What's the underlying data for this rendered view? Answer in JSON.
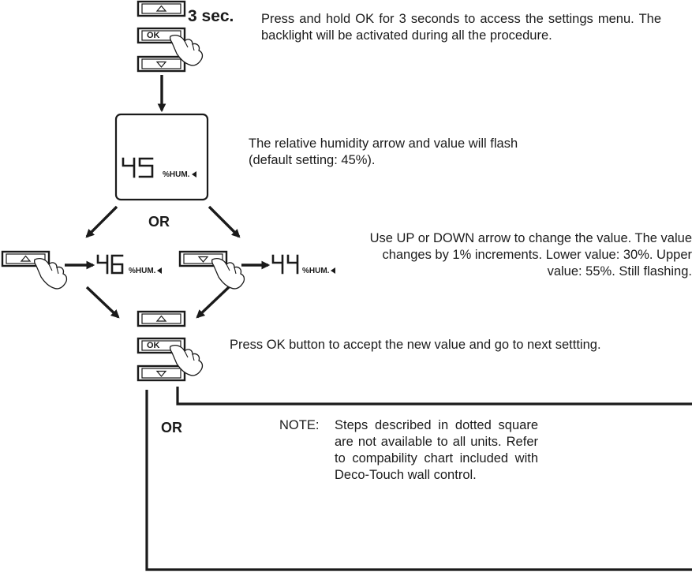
{
  "step1": {
    "duration_label": "3 sec.",
    "instruction": "Press and hold OK for 3 seconds to access the settings menu. The backlight will be activated during all the procedure."
  },
  "display": {
    "value": "45",
    "unit": "%HUM.",
    "caption": "The relative humidity arrow and value will flash (default setting: 45%)."
  },
  "branch_or_label": "OR",
  "adjust": {
    "up_value": "46",
    "down_value": "44",
    "unit": "%HUM.",
    "instruction": "Use UP or DOWN arrow to change the value. The value changes by 1% increments. Lower value: 30%. Upper value: 55%. Still flashing."
  },
  "confirm": {
    "instruction": "Press OK button to accept the new value and go to next settting."
  },
  "bottom_or_label": "OR",
  "note": {
    "label": "NOTE:",
    "text": "Steps described in dotted square are not available to all units. Refer to compability chart included with Deco-Touch wall control."
  },
  "buttons": {
    "ok_label": "OK"
  },
  "icons": [
    "up-arrow-button",
    "ok-button",
    "down-arrow-button",
    "pressing-hand-icon",
    "flow-arrow",
    "lcd-display",
    "flashing-indicator-arrow"
  ]
}
